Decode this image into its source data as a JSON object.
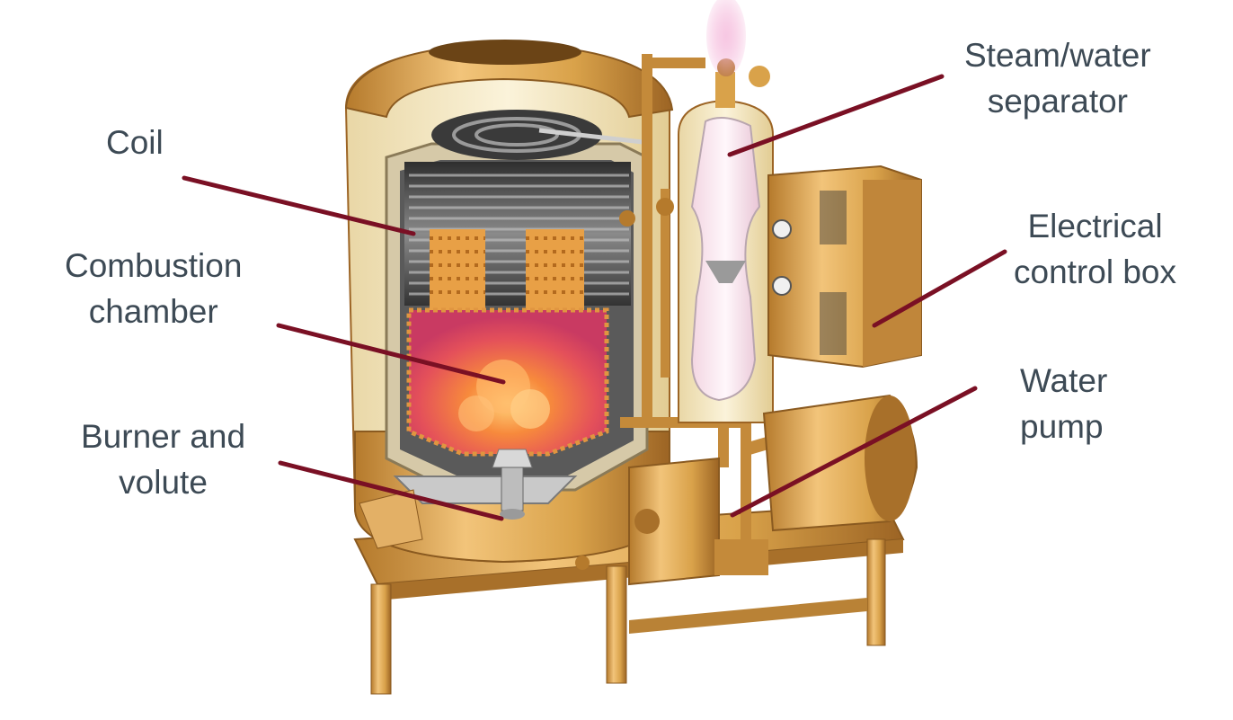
{
  "labels": {
    "coil": "Coil",
    "combustion": [
      "Combustion",
      "chamber"
    ],
    "burner": [
      "Burner and",
      "volute"
    ],
    "separator": [
      "Steam/water",
      "separator"
    ],
    "control_box": [
      "Electrical",
      "control box"
    ],
    "pump": [
      "Water",
      "pump"
    ]
  },
  "colors": {
    "leader": "#7a1024",
    "label_text": "#3d4a55",
    "brass": "#d9a24a",
    "brass_dark": "#a8702a",
    "cream": "#f6ebc8",
    "flame": "#ef6a3a",
    "coil": "#4a4a4a"
  }
}
